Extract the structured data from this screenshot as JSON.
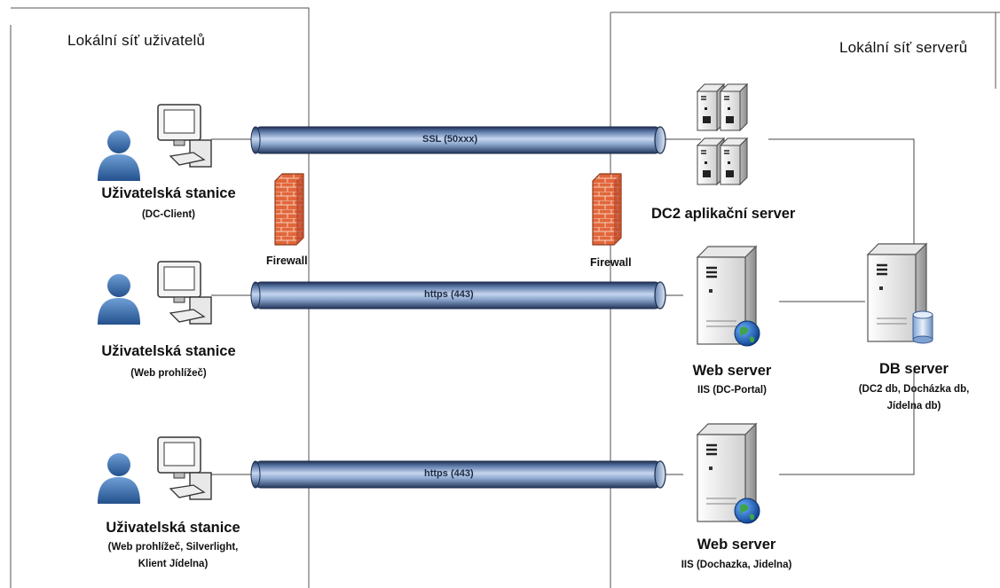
{
  "zones": {
    "users_title": "Lokální síť uživatelů",
    "servers_title": "Lokální síť serverů"
  },
  "connections": [
    {
      "label": "SSL (50xxx)"
    },
    {
      "label": "https (443)"
    },
    {
      "label": "https (443)"
    }
  ],
  "firewalls": [
    {
      "label": "Firewall"
    },
    {
      "label": "Firewall"
    }
  ],
  "workstations": [
    {
      "label": "Uživatelská stanice",
      "sub": [
        "(DC-Client)"
      ]
    },
    {
      "label": "Uživatelská stanice",
      "sub": [
        "(Web prohlížeč)"
      ]
    },
    {
      "label": "Uživatelská stanice",
      "sub": [
        "(Web prohlížeč, Silverlight,",
        "Klient Jídelna)"
      ]
    }
  ],
  "servers": {
    "app": {
      "label": "DC2 aplikační server"
    },
    "web1": {
      "label": "Web server",
      "sub": [
        "IIS (DC-Portal)"
      ]
    },
    "web2": {
      "label": "Web server",
      "sub": [
        "IIS (Dochazka, Jidelna)"
      ]
    },
    "db": {
      "label": "DB server",
      "sub": [
        "(DC2 db, Docházka db,",
        "Jídelna db)"
      ]
    }
  }
}
